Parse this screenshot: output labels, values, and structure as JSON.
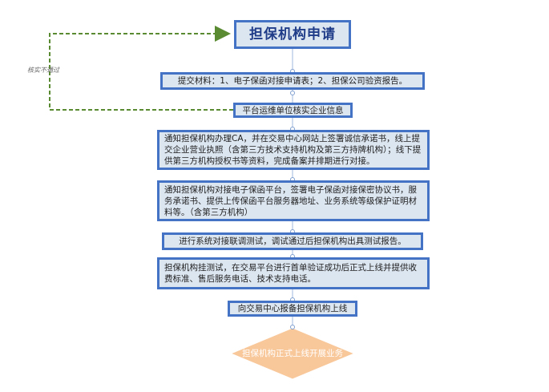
{
  "colors": {
    "box_fill": "#dce6f1",
    "box_border": "#4472c4",
    "loop_line": "#5a8a32",
    "diamond_fill": "#f8c79a"
  },
  "nodes": {
    "start": "担保机构申请",
    "step1": "提交材料：1、电子保函对接申请表；2、担保公司验资报告。",
    "step2": "平台运维单位核实企业信息",
    "step3": "通知担保机构办理CA，并在交易中心网站上签署诚信承诺书，线上提交企业营业执照（含第三方技术支持机构及第三方持牌机构）；线下提供第三方机构授权书等资料，完成备案并排期进行对接。",
    "step4": "通知担保机构对接电子保函平台，签署电子保函对接保密协议书，服务承诺书、提供上传保函平台服务器地址、业务系统等级保护证明材料等。（含第三方机构）",
    "step5": "进行系统对接联调测试，调试通过后担保机构出具测试报告。",
    "step6": "担保机构挂测试，在交易平台进行首单验证成功后正式上线并提供收费标准、售后服务电话、技术支持电话。",
    "step7": "向交易中心报备担保机构上线",
    "end": "担保机构正式上线开展业务"
  },
  "loop_label": "核实不通过"
}
